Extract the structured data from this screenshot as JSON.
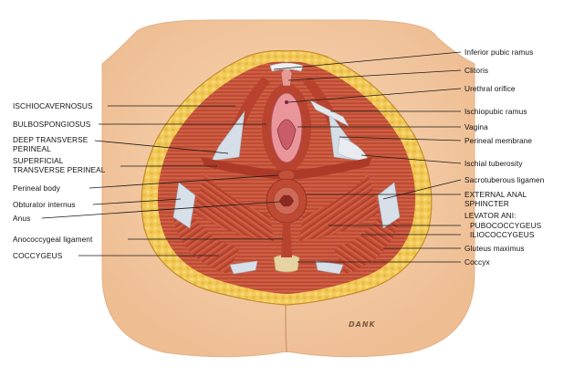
{
  "labels_left": [
    {
      "id": "ischiocavernosus",
      "text": "ISCHIOCAVERNOSUS"
    },
    {
      "id": "bulbospongiosus",
      "text": "BULBOSPONGIOSUS"
    },
    {
      "id": "deep-transverse-perineal",
      "lines": [
        "DEEP TRANSVERSE",
        "PERINEAL"
      ]
    },
    {
      "id": "superficial-transverse-perineal",
      "lines": [
        "SUPERFICIAL",
        "TRANSVERSE PERINEAL"
      ]
    },
    {
      "id": "perineal-body",
      "text": "Perineal body"
    },
    {
      "id": "obturator-internus",
      "text": "Obturator internus"
    },
    {
      "id": "anus",
      "text": "Anus"
    },
    {
      "id": "anococcygeal-ligament",
      "text": "Anococcygeal ligament"
    },
    {
      "id": "coccygeus",
      "text": "COCCYGEUS"
    }
  ],
  "labels_right": [
    {
      "id": "inferior-pubic-ramus",
      "text": "Inferior pubic ramus"
    },
    {
      "id": "clitoris",
      "text": "Clitoris"
    },
    {
      "id": "urethral-orifice",
      "text": "Urethral orifice"
    },
    {
      "id": "ischiopubic-ramus",
      "text": "Ischiopubic ramus"
    },
    {
      "id": "vagina",
      "text": "Vagina"
    },
    {
      "id": "perineal-membrane",
      "text": "Perineal membrane"
    },
    {
      "id": "ischial-tuberosity",
      "text": "Ischial tuberosity"
    },
    {
      "id": "sacrotuberous-ligament",
      "text": "Sacrotuberous ligamen"
    },
    {
      "id": "external-anal-sphincter",
      "lines": [
        "EXTERNAL ANAL",
        "SPHINCTER"
      ]
    },
    {
      "id": "levator-ani",
      "text": "LEVATOR ANI:"
    },
    {
      "id": "pubococcygeus",
      "text": "PUBOCOCCYGEUS"
    },
    {
      "id": "iliococcygeus",
      "text": "ILIOCOCCYGEUS"
    },
    {
      "id": "gluteus-maximus",
      "text": "Gluteus maximus"
    },
    {
      "id": "coccyx",
      "text": "Coccyx"
    }
  ],
  "signature": "DANK",
  "colors": {
    "skin": "#f3c9a1",
    "skin_shadow": "#e2ae84",
    "fat": "#f2c957",
    "muscle": "#c9533a",
    "muscle_dark": "#9e3323",
    "ligament": "#d3dce4",
    "mucosa": "#e48a90",
    "line": "#1a1a1a"
  }
}
